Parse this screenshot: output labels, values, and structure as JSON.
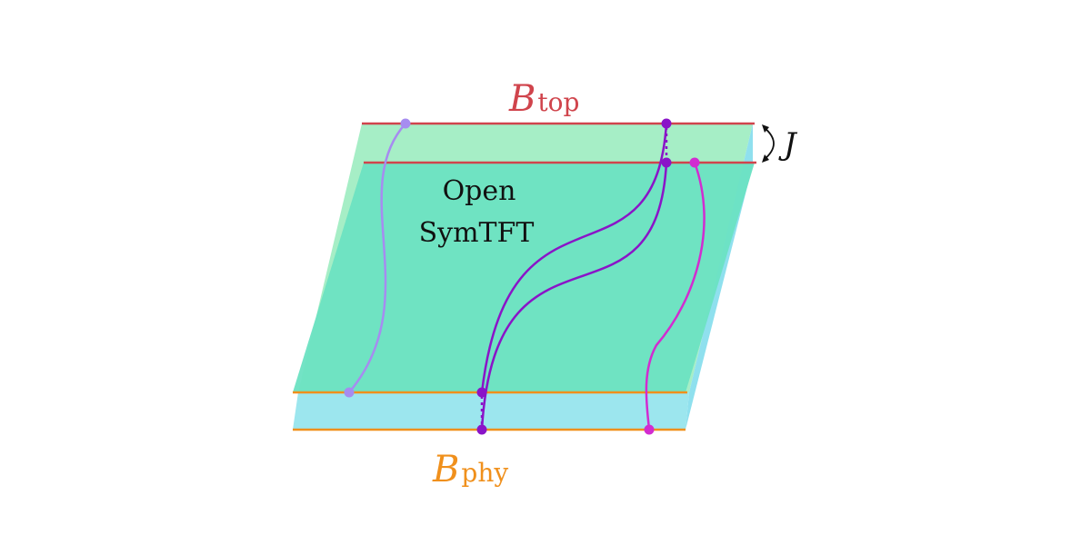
{
  "labels": {
    "b_top_letter": "B",
    "b_top_sub": "top",
    "b_phy_letter": "B",
    "b_phy_sub": "phy",
    "j": "J",
    "bulk_line1": "Open",
    "bulk_line2": "SymTFT"
  },
  "colors": {
    "top_boundary": "#d0444c",
    "phy_boundary": "#f0901c",
    "slab_back": "#a6eec6",
    "slab_front": "#6be2c2",
    "slab_bottom": "#9ce6ee",
    "slab_side": "#8fe0ee",
    "line_lavender": "#a68cf0",
    "line_purple": "#8a14c8",
    "line_magenta": "#d22cd0"
  }
}
